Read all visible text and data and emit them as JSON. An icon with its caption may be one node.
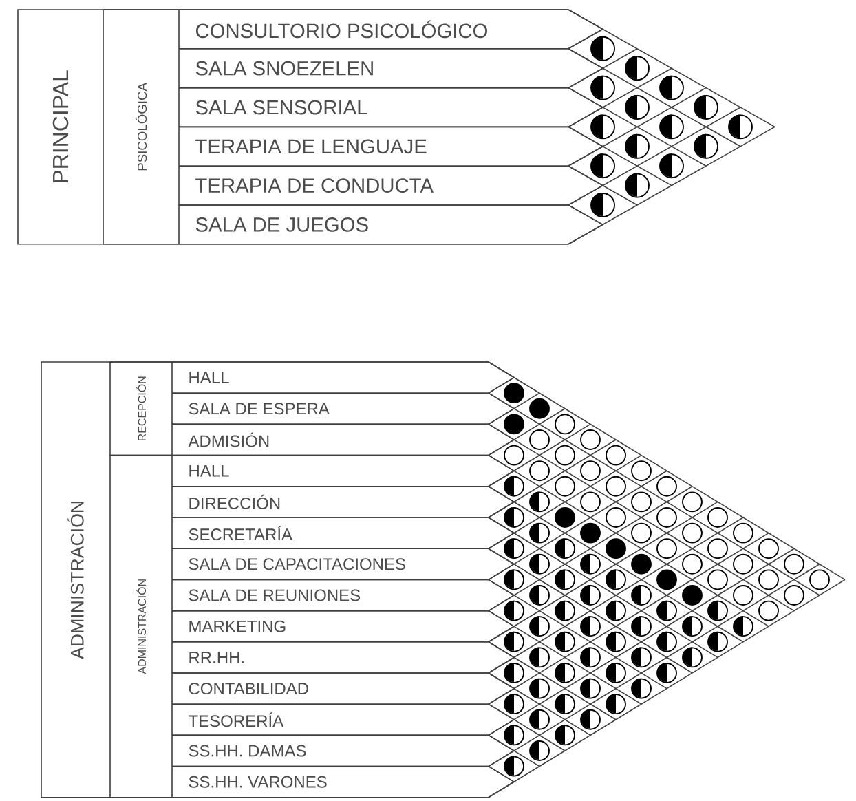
{
  "diagram": {
    "nodes": [
      {
        "text": [
          "PRINCIPAL"
        ]
      },
      {
        "text": [
          "PSICOLÓGICA"
        ],
        "in": 0
      },
      {
        "text": [
          "CONSULTORIO PSICOLÓGICO"
        ]
      },
      {
        "text": [
          "SALA SNOEZELEN"
        ]
      },
      {
        "text": [
          "SALA SENSORIAL"
        ]
      },
      {
        "text": [
          "TERAPIA DE LENGUAJE"
        ]
      },
      {
        "text": [
          "TERAPIA DE CONDUCTA"
        ]
      },
      {
        "text": [
          "SALA DE JUEGOS"
        ]
      },
      {
        "text": [],
        "shape": "half-disc"
      },
      {
        "text": [],
        "shape": "half-disc"
      },
      {
        "text": [],
        "shape": "half-disc"
      },
      {
        "text": [],
        "shape": "half-disc"
      },
      {
        "text": [],
        "shape": "half-disc"
      },
      {
        "text": [],
        "shape": "half-disc"
      },
      {
        "text": [],
        "shape": "half-disc"
      },
      {
        "text": [],
        "shape": "half-disc"
      },
      {
        "text": [],
        "shape": "half-disc"
      },
      {
        "text": [],
        "shape": "half-disc"
      },
      {
        "text": [],
        "shape": "half-disc"
      },
      {
        "text": [],
        "shape": "half-disc"
      },
      {
        "text": [],
        "shape": "half-disc"
      },
      {
        "text": [],
        "shape": "half-disc"
      },
      {
        "text": [],
        "shape": "half-disc"
      },
      {
        "text": [
          "ADMINISTRACIÓN"
        ]
      },
      {
        "text": [
          "RECEPCIÓN"
        ],
        "in": 23
      },
      {
        "text": [
          "HALL"
        ]
      },
      {
        "text": [
          "SALA DE ESPERA"
        ]
      },
      {
        "text": [
          "ADMISIÓN"
        ]
      },
      {
        "text": [
          "ADMINISTRACIÓN"
        ],
        "in": 23
      },
      {
        "text": [
          "HALL"
        ]
      },
      {
        "text": [
          "DIRECCIÓN"
        ]
      },
      {
        "text": [
          "SECRETARÍA"
        ]
      },
      {
        "text": [
          "SALA DE CAPACITACIONES"
        ]
      },
      {
        "text": [
          "SALA DE REUNIONES"
        ]
      },
      {
        "text": [
          "MARKETING"
        ]
      },
      {
        "text": [
          "RR.HH."
        ]
      },
      {
        "text": [
          "CONTABILIDAD"
        ]
      },
      {
        "text": [
          "TESORERÍA"
        ]
      },
      {
        "text": [
          "SS.HH. DAMAS"
        ]
      },
      {
        "text": [
          "SS.HH. VARONES"
        ]
      },
      {
        "text": [],
        "shape": "disc"
      },
      {
        "text": [],
        "shape": "disc"
      },
      {
        "text": [],
        "shape": "circle"
      },
      {
        "text": [],
        "shape": "half-disc"
      },
      {
        "text": [],
        "shape": "half-disc"
      },
      {
        "text": [],
        "shape": "half-disc"
      },
      {
        "text": [],
        "shape": "half-disc"
      },
      {
        "text": [],
        "shape": "half-disc"
      },
      {
        "text": [],
        "shape": "half-disc"
      },
      {
        "text": [],
        "shape": "half-disc"
      },
      {
        "text": [],
        "shape": "half-disc"
      },
      {
        "text": [],
        "shape": "half-disc"
      },
      {
        "text": [],
        "shape": "half-disc"
      },
      {
        "text": [],
        "shape": "disc"
      },
      {
        "text": [],
        "shape": "circle"
      },
      {
        "text": [],
        "shape": "circle"
      },
      {
        "text": [],
        "shape": "half-disc"
      },
      {
        "text": [],
        "shape": "half-disc"
      },
      {
        "text": [],
        "shape": "half-disc"
      },
      {
        "text": [],
        "shape": "half-disc"
      },
      {
        "text": [],
        "shape": "half-disc"
      },
      {
        "text": [],
        "shape": "half-disc"
      },
      {
        "text": [],
        "shape": "half-disc"
      },
      {
        "text": [],
        "shape": "half-disc"
      },
      {
        "text": [],
        "shape": "half-disc"
      },
      {
        "text": [],
        "shape": "circle"
      },
      {
        "text": [],
        "shape": "circle"
      },
      {
        "text": [],
        "shape": "circle"
      },
      {
        "text": [],
        "shape": "disc"
      },
      {
        "text": [],
        "shape": "half-disc"
      },
      {
        "text": [],
        "shape": "half-disc"
      },
      {
        "text": [],
        "shape": "half-disc"
      },
      {
        "text": [],
        "shape": "half-disc"
      },
      {
        "text": [],
        "shape": "half-disc"
      },
      {
        "text": [],
        "shape": "half-disc"
      },
      {
        "text": [],
        "shape": "half-disc"
      },
      {
        "text": [],
        "shape": "circle"
      },
      {
        "text": [],
        "shape": "circle"
      },
      {
        "text": [],
        "shape": "circle"
      },
      {
        "text": [],
        "shape": "disc"
      },
      {
        "text": [],
        "shape": "half-disc"
      },
      {
        "text": [],
        "shape": "half-disc"
      },
      {
        "text": [],
        "shape": "half-disc"
      },
      {
        "text": [],
        "shape": "half-disc"
      },
      {
        "text": [],
        "shape": "half-disc"
      },
      {
        "text": [],
        "shape": "half-disc"
      },
      {
        "text": [],
        "shape": "circle"
      },
      {
        "text": [],
        "shape": "circle"
      },
      {
        "text": [],
        "shape": "circle"
      },
      {
        "text": [],
        "shape": "disc"
      },
      {
        "text": [],
        "shape": "half-disc"
      },
      {
        "text": [],
        "shape": "half-disc"
      },
      {
        "text": [],
        "shape": "half-disc"
      },
      {
        "text": [],
        "shape": "half-disc"
      },
      {
        "text": [],
        "shape": "half-disc"
      },
      {
        "text": [],
        "shape": "circle"
      },
      {
        "text": [],
        "shape": "circle"
      },
      {
        "text": [],
        "shape": "circle"
      },
      {
        "text": [],
        "shape": "disc"
      },
      {
        "text": [],
        "shape": "half-disc"
      },
      {
        "text": [],
        "shape": "half-disc"
      },
      {
        "text": [],
        "shape": "half-disc"
      },
      {
        "text": [],
        "shape": "half-disc"
      },
      {
        "text": [],
        "shape": "circle"
      },
      {
        "text": [],
        "shape": "circle"
      },
      {
        "text": [],
        "shape": "circle"
      },
      {
        "text": [],
        "shape": "disc"
      },
      {
        "text": [],
        "shape": "half-disc"
      },
      {
        "text": [],
        "shape": "half-disc"
      },
      {
        "text": [],
        "shape": "half-disc"
      },
      {
        "text": [],
        "shape": "circle"
      },
      {
        "text": [],
        "shape": "circle"
      },
      {
        "text": [],
        "shape": "circle"
      },
      {
        "text": [],
        "shape": "disc"
      },
      {
        "text": [],
        "shape": "half-disc"
      },
      {
        "text": [],
        "shape": "half-disc"
      },
      {
        "text": [],
        "shape": "circle"
      },
      {
        "text": [],
        "shape": "circle"
      },
      {
        "text": [],
        "shape": "circle"
      },
      {
        "text": [],
        "shape": "half-disc"
      },
      {
        "text": [],
        "shape": "half-disc"
      },
      {
        "text": [],
        "shape": "circle"
      },
      {
        "text": [],
        "shape": "circle"
      },
      {
        "text": [],
        "shape": "circle"
      },
      {
        "text": [],
        "shape": "half-disc"
      },
      {
        "text": [],
        "shape": "circle"
      },
      {
        "text": [],
        "shape": "circle"
      },
      {
        "text": [],
        "shape": "circle"
      },
      {
        "text": [],
        "shape": "circle"
      },
      {
        "text": [],
        "shape": "circle"
      },
      {
        "text": [],
        "shape": "circle"
      }
    ]
  }
}
